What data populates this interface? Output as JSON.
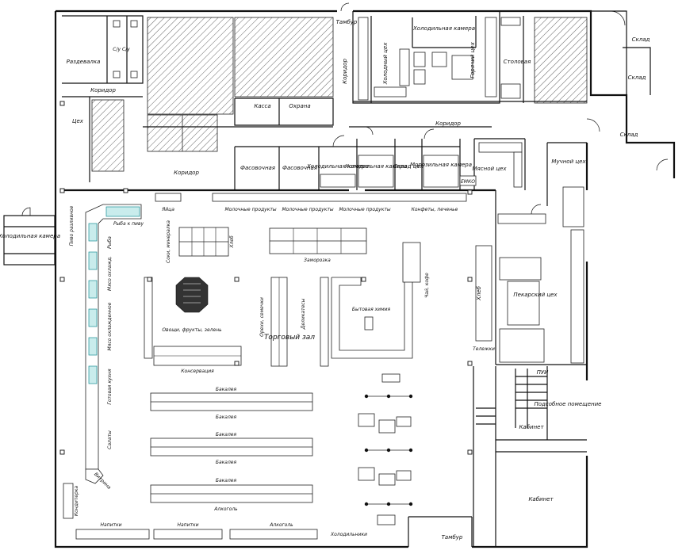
{
  "labels": {
    "cold_room_left": "Холодильная камера",
    "locker_room": "Раздевалка",
    "wc": "С/у  С/у",
    "corridor_1": "Коридор",
    "shop": "Цех",
    "cashier": "Касса",
    "security": "Охрана",
    "corridor_2": "Коридор",
    "packing_1": "Фасовочная",
    "packing_2": "Фасовочная",
    "cold_room_1": "Холодильная камера",
    "cold_room_2": "Холодильная камера",
    "warehouse_shop": "Склад цех",
    "freezer": "Морозильная камера",
    "meat_shop": "Мясной цех",
    "flour_shop": "Мучной цех",
    "cold_shop": "Холодный цех",
    "cold_room_top": "Холодильная камера",
    "hot_shop": "Горячий цех",
    "canteen": "Столовая",
    "corridor_3": "Коридор",
    "vestibule_top": "Тамбур",
    "warehouse_1": "Склад",
    "warehouse_2": "Склад",
    "warehouse_3": "Склад",
    "corridor_4": "Коридор",
    "bakery_shop": "Пекарский цех",
    "bread": "Хлеб",
    "trolleys": "Тележки",
    "pui": "ПУИ",
    "utility_room": "Подсобное помещение",
    "office_1": "Кабинет",
    "office_2": "Кабинет",
    "vestibule_bottom": "Тамбур",
    "sales_hall": "Торговый зал",
    "dairy_1": "Молочные продукты",
    "dairy_2": "Молочные продукты",
    "dairy_3": "Молочные продукты",
    "sweets": "Конфеты, печенье",
    "eggs": "Яйца",
    "beer_draught": "Пиво разливное",
    "fish_beer": "Рыба к пиву",
    "fish": "Рыба",
    "meat_chilled_1": "Мясо охлажд.",
    "meat_chilled_2": "Мясо охлажденное",
    "cooked_food": "Готовая кухня",
    "salads": "Салаты",
    "showcase": "Витрина",
    "pastry": "Кондитерка",
    "juices_water": "Соки, минералка",
    "bread_small": "Хлеб",
    "frozen": "Заморозка",
    "household": "Бытовая химия",
    "tea_coffee": "Чай, кофе",
    "nuts_seeds": "Орехи, семечки",
    "delicacies": "Деликатесы",
    "veg_fruit": "Овощи, фрукты, зелень",
    "canned": "Консервация",
    "grocery_1": "Бакалея",
    "grocery_2": "Бакалея",
    "grocery_3": "Бакалея",
    "grocery_4": "Бакалея",
    "grocery_5": "Бакалея",
    "alcohol_1": "Алкоголь",
    "alcohol_2": "Алкоголь",
    "drinks_1": "Напитки",
    "drinks_2": "Напитки",
    "fridges": "Холодильники"
  },
  "colors": {
    "line": "#111111",
    "fridge_accent": "#1a8f96",
    "fridge_fill": "#c9ecec"
  }
}
